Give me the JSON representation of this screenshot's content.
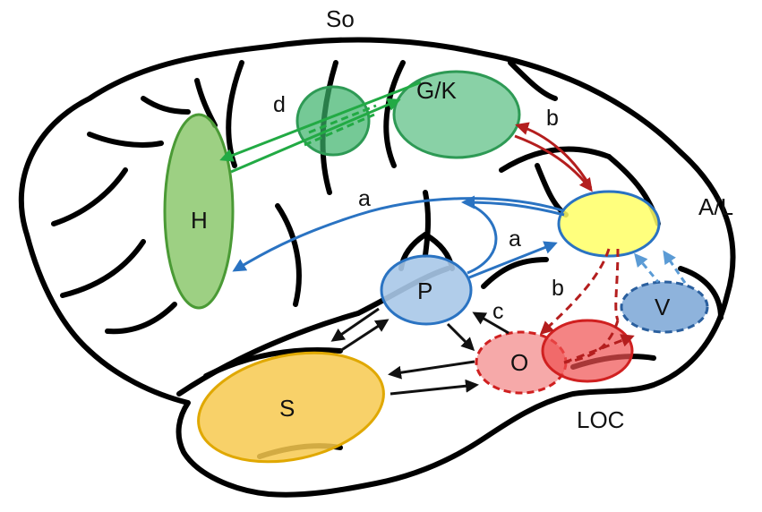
{
  "diagram": {
    "outer_labels": {
      "so": "So",
      "al": "A/L",
      "loc": "LOC"
    },
    "regions": {
      "h": {
        "label": "H",
        "color": "#7cc05a"
      },
      "gk": {
        "label": "G/K",
        "color": "#3ab26a"
      },
      "gk_small": {
        "label": "",
        "color": "#3ab26a"
      },
      "al": {
        "label": "",
        "color": "#ffff66"
      },
      "v": {
        "label": "V",
        "color": "#7aa6d6"
      },
      "p": {
        "label": "P",
        "color": "#a9c8e8"
      },
      "o": {
        "label": "O",
        "color": "#f59a9a"
      },
      "loc": {
        "label": "",
        "color": "#f05050"
      },
      "s": {
        "label": "S",
        "color": "#f7c94f"
      }
    },
    "path_labels": {
      "a_upper": "a",
      "a_lower": "a",
      "b_upper": "b",
      "b_lower": "b",
      "c": "c",
      "d": "d"
    },
    "colors": {
      "pathway_green": "#22aa44",
      "pathway_blue": "#2a73c2",
      "pathway_light_blue": "#5b9bd5",
      "pathway_red": "#b41e1e",
      "pathway_black": "#111111"
    }
  }
}
